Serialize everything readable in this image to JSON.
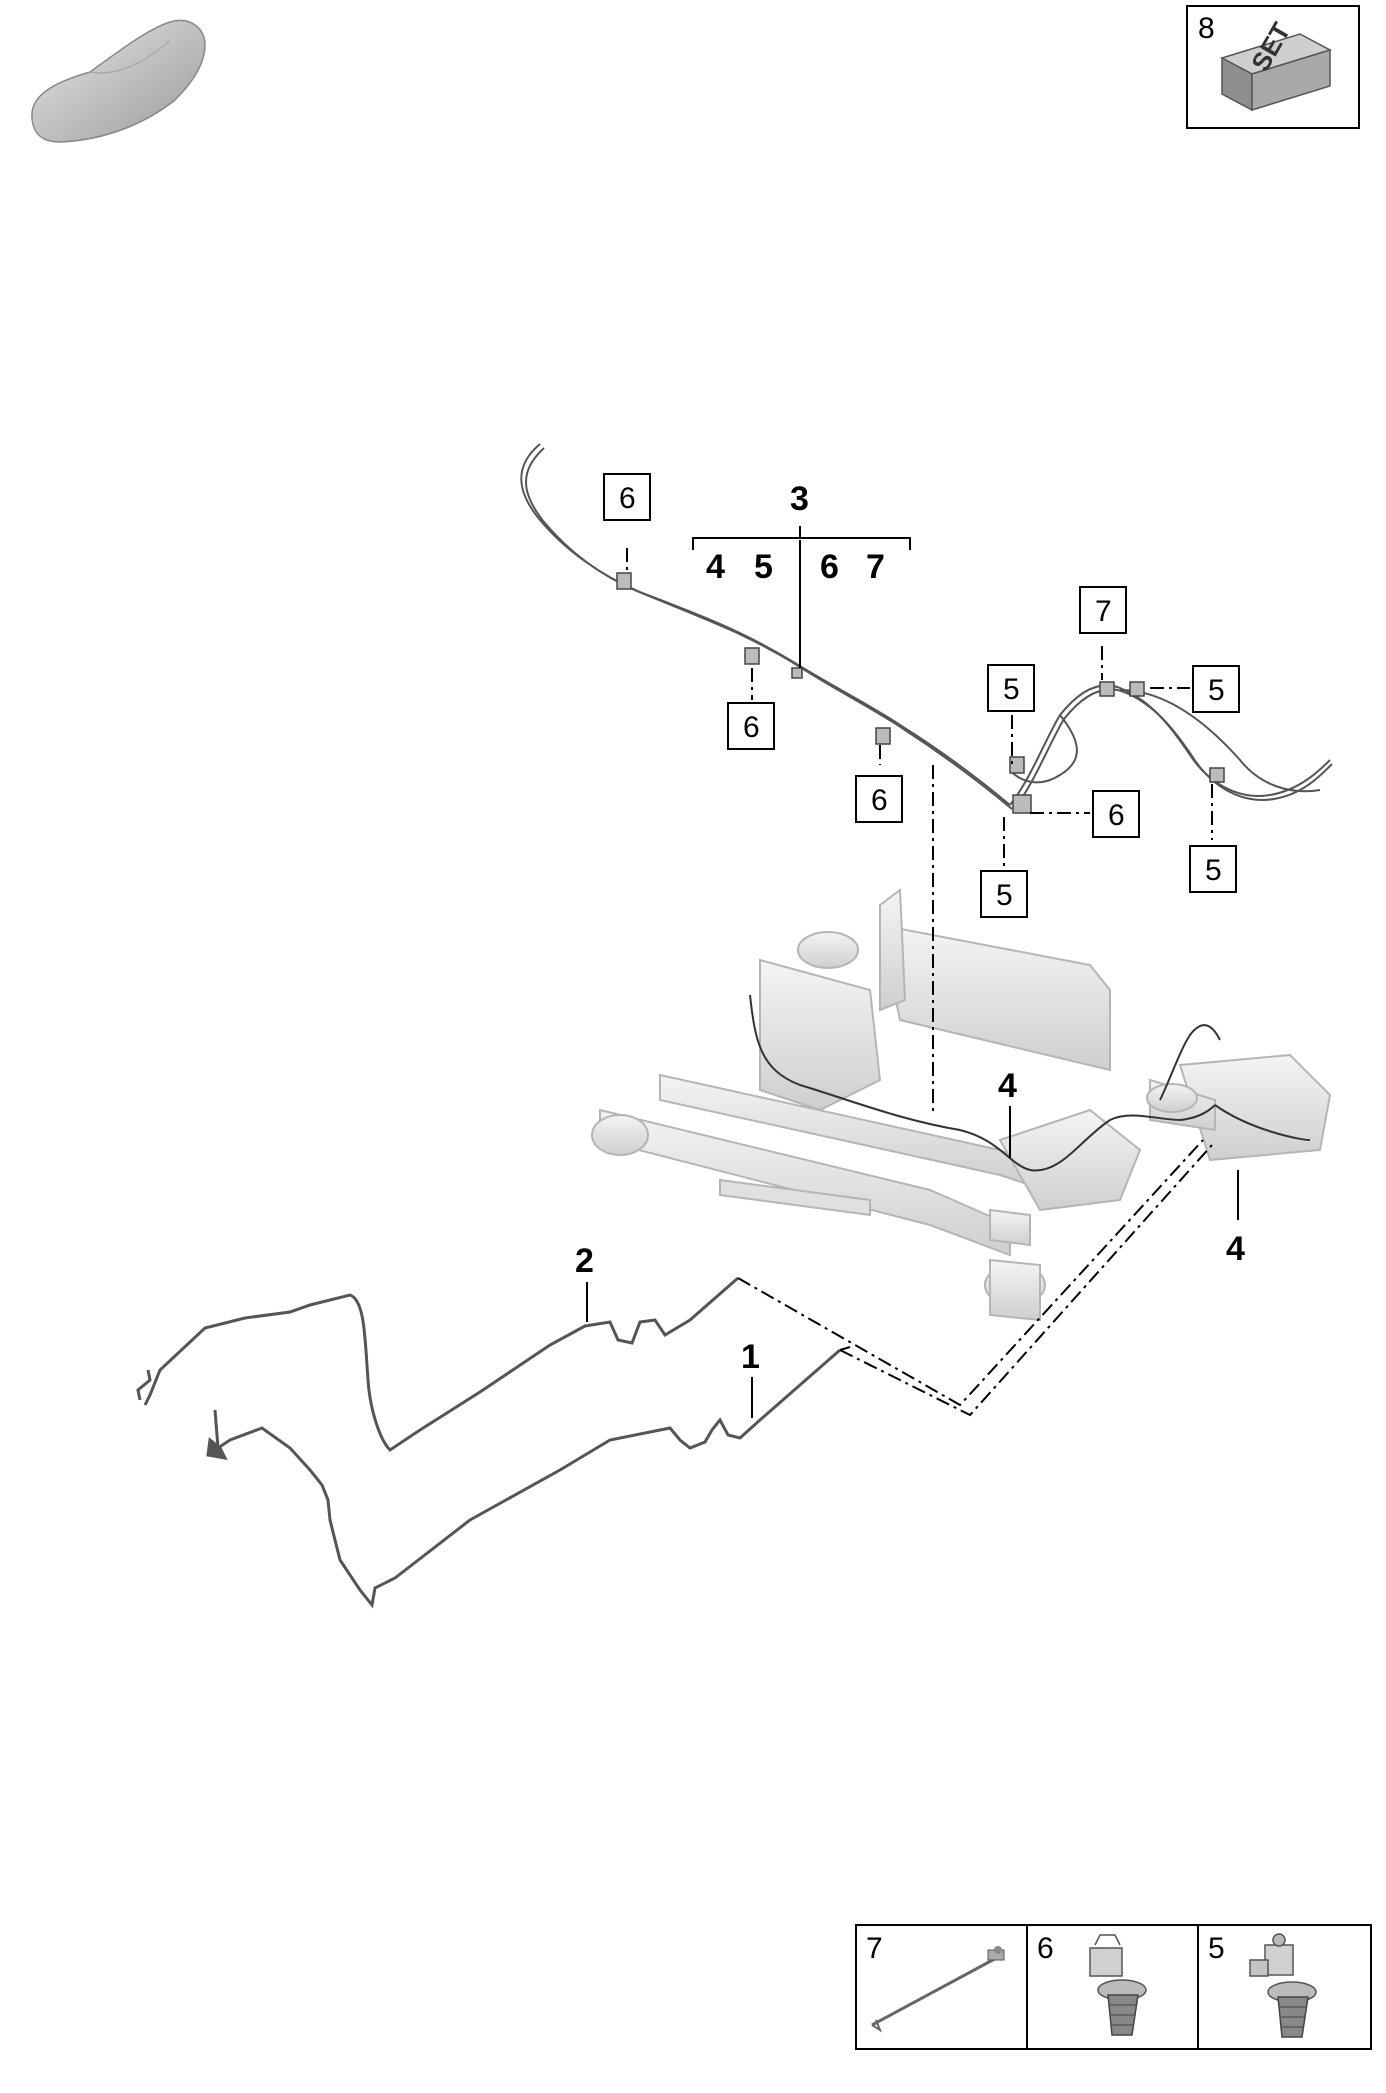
{
  "set_box": {
    "number": "8",
    "set_text": "SET"
  },
  "group": {
    "number": "3",
    "members": [
      "4",
      "5",
      "6",
      "7"
    ]
  },
  "callouts": [
    {
      "id": "c6a",
      "label": "6"
    },
    {
      "id": "c6b",
      "label": "6"
    },
    {
      "id": "c6c",
      "label": "6"
    },
    {
      "id": "c6d",
      "label": "6"
    },
    {
      "id": "c5a",
      "label": "5"
    },
    {
      "id": "c5b",
      "label": "5"
    },
    {
      "id": "c5c",
      "label": "5"
    },
    {
      "id": "c5d",
      "label": "5"
    },
    {
      "id": "c7a",
      "label": "7"
    }
  ],
  "part_labels": [
    {
      "id": "p4a",
      "label": "4"
    },
    {
      "id": "p4b",
      "label": "4"
    },
    {
      "id": "p2",
      "label": "2"
    },
    {
      "id": "p1",
      "label": "1"
    }
  ],
  "legend": [
    {
      "number": "7",
      "part": "cable-tie"
    },
    {
      "number": "6",
      "part": "clip"
    },
    {
      "number": "5",
      "part": "holder-clip"
    }
  ]
}
